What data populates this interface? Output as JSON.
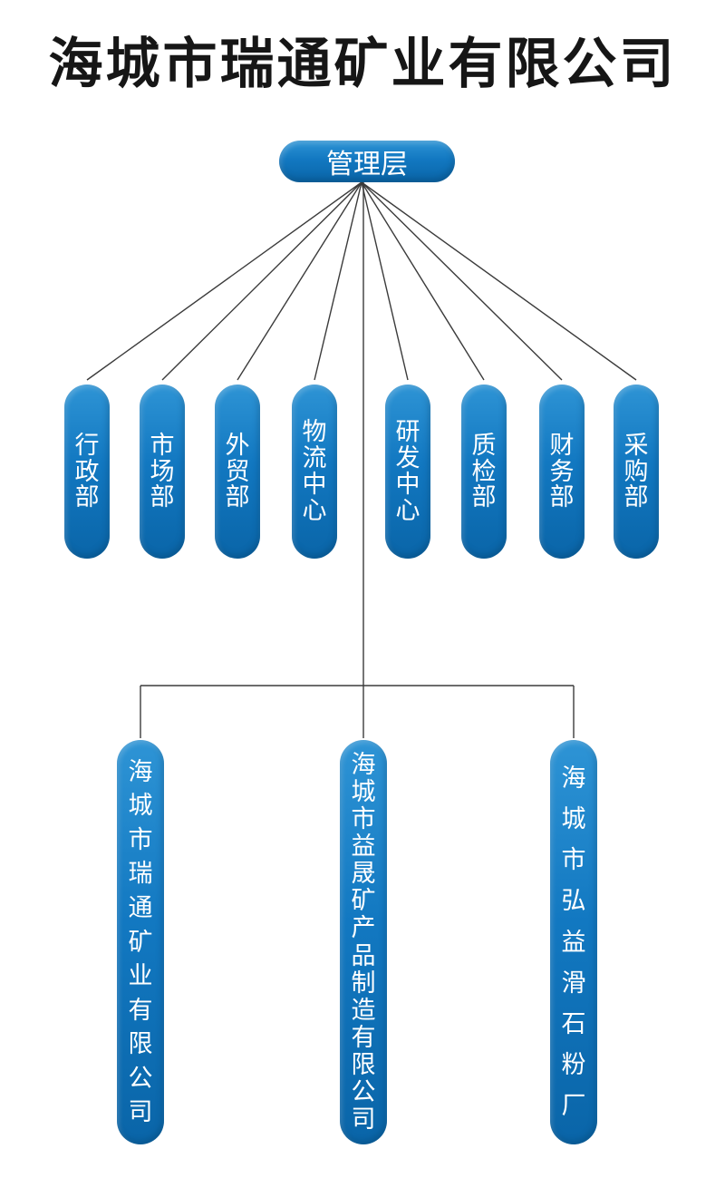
{
  "title": "海城市瑞通矿业有限公司",
  "management": {
    "label": "管理层"
  },
  "departments": [
    {
      "label": "行政部"
    },
    {
      "label": "市场部"
    },
    {
      "label": "外贸部"
    },
    {
      "label": "物流中心"
    },
    {
      "label": "研发中心"
    },
    {
      "label": "质检部"
    },
    {
      "label": "财务部"
    },
    {
      "label": "采购部"
    }
  ],
  "subsidiaries": [
    {
      "label": "海城市瑞通矿业有限公司"
    },
    {
      "label": "海城市益晟矿产品制造有限公司"
    },
    {
      "label": "海城市弘益滑石粉厂"
    }
  ],
  "colors": {
    "node_blue": "#1278C1",
    "node_blue_light": "#2E94D5",
    "node_blue_dark": "#0A65A8",
    "node_text": "#FFFFFF",
    "connector_line": "#3B3B3B",
    "title_text": "#161616",
    "background": "#FFFFFF"
  }
}
